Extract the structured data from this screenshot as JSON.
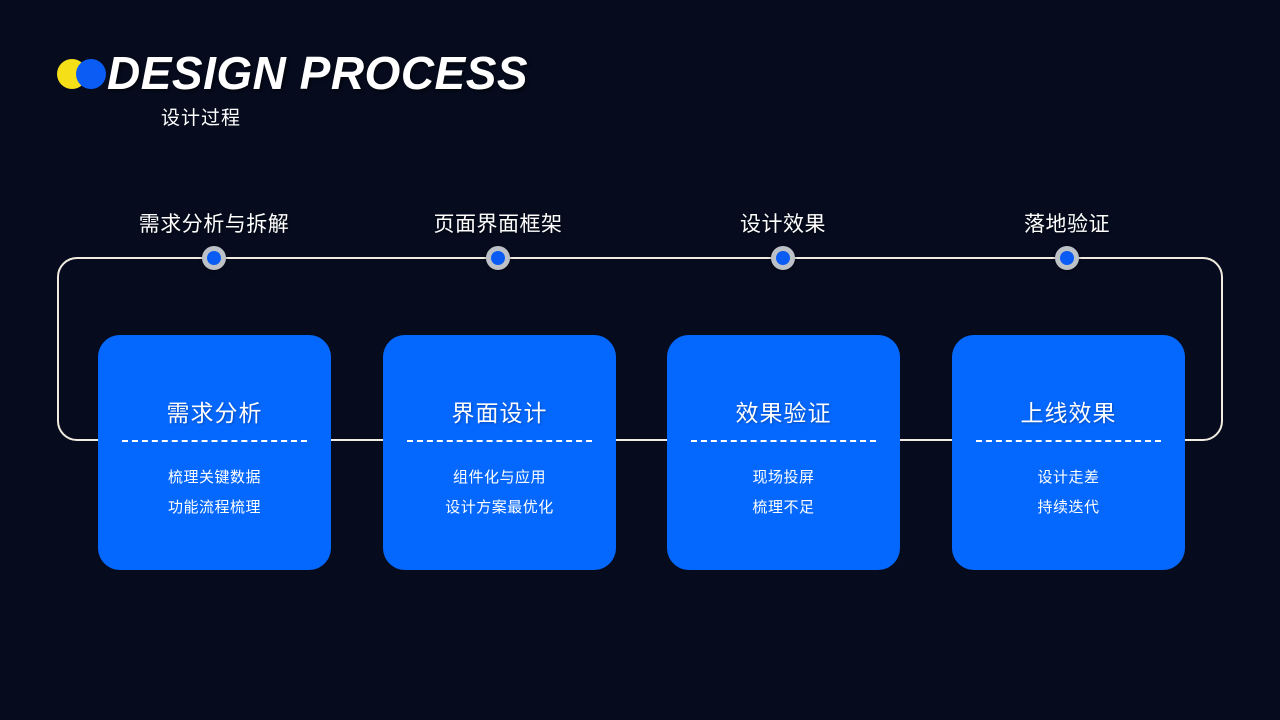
{
  "slide": {
    "background_color": "#060c1e",
    "accent_blue": "#0568fe",
    "accent_yellow": "#f5df19",
    "frame_border_color": "#f2ece0"
  },
  "header": {
    "logo": {
      "dot_yellow_name": "logo-dot-yellow",
      "dot_blue_name": "logo-dot-blue"
    },
    "title_en": "DESIGN PROCESS",
    "title_cn": "设计过程"
  },
  "timeline": {
    "milestones": [
      {
        "label": "需求分析与拆解"
      },
      {
        "label": "页面界面框架"
      },
      {
        "label": "设计效果"
      },
      {
        "label": "落地验证"
      }
    ]
  },
  "cards": [
    {
      "title": "需求分析",
      "items": [
        "梳理关键数据",
        "功能流程梳理"
      ]
    },
    {
      "title": "界面设计",
      "items": [
        "组件化与应用",
        "设计方案最优化"
      ]
    },
    {
      "title": "效果验证",
      "items": [
        "现场投屏",
        "梳理不足"
      ]
    },
    {
      "title": "上线效果",
      "items": [
        "设计走差",
        "持续迭代"
      ]
    }
  ]
}
